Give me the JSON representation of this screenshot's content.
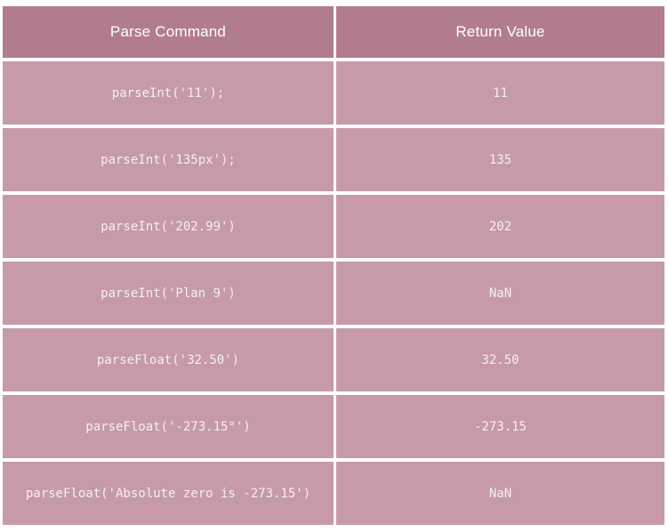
{
  "table": {
    "headers": [
      "Parse Command",
      "Return Value"
    ],
    "rows": [
      {
        "command": "parseInt('11');",
        "value": "11"
      },
      {
        "command": "parseInt('135px');",
        "value": "135"
      },
      {
        "command": "parseInt('202.99')",
        "value": "202"
      },
      {
        "command": "parseInt('Plan 9')",
        "value": "NaN"
      },
      {
        "command": "parseFloat('32.50')",
        "value": "32.50"
      },
      {
        "command": "parseFloat('-273.15°')",
        "value": "-273.15"
      },
      {
        "command": "parseFloat('Absolute zero is -273.15')",
        "value": "NaN"
      }
    ]
  },
  "colors": {
    "header_bg": "#b27c8f",
    "row_bg": "#c69aa9",
    "text": "#ffffff"
  }
}
